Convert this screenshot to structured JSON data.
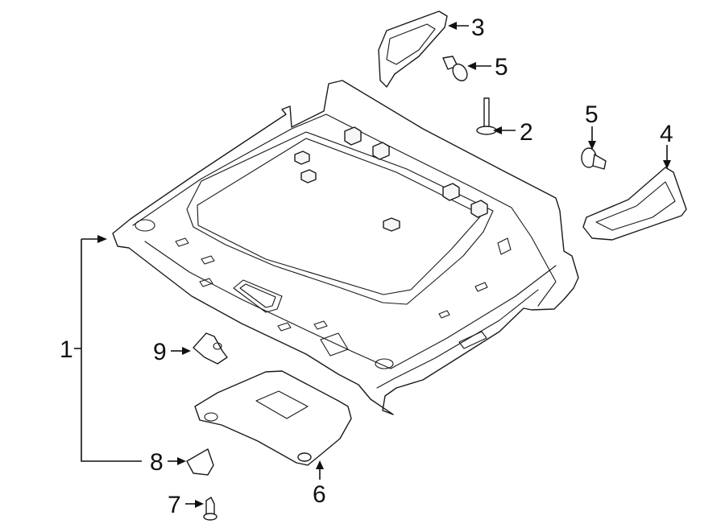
{
  "diagram": {
    "callouts": {
      "c1": "1",
      "c2": "2",
      "c3": "3",
      "c4": "4",
      "c5a": "5",
      "c5b": "5",
      "c6": "6",
      "c7": "7",
      "c8": "8",
      "c9": "9"
    }
  }
}
